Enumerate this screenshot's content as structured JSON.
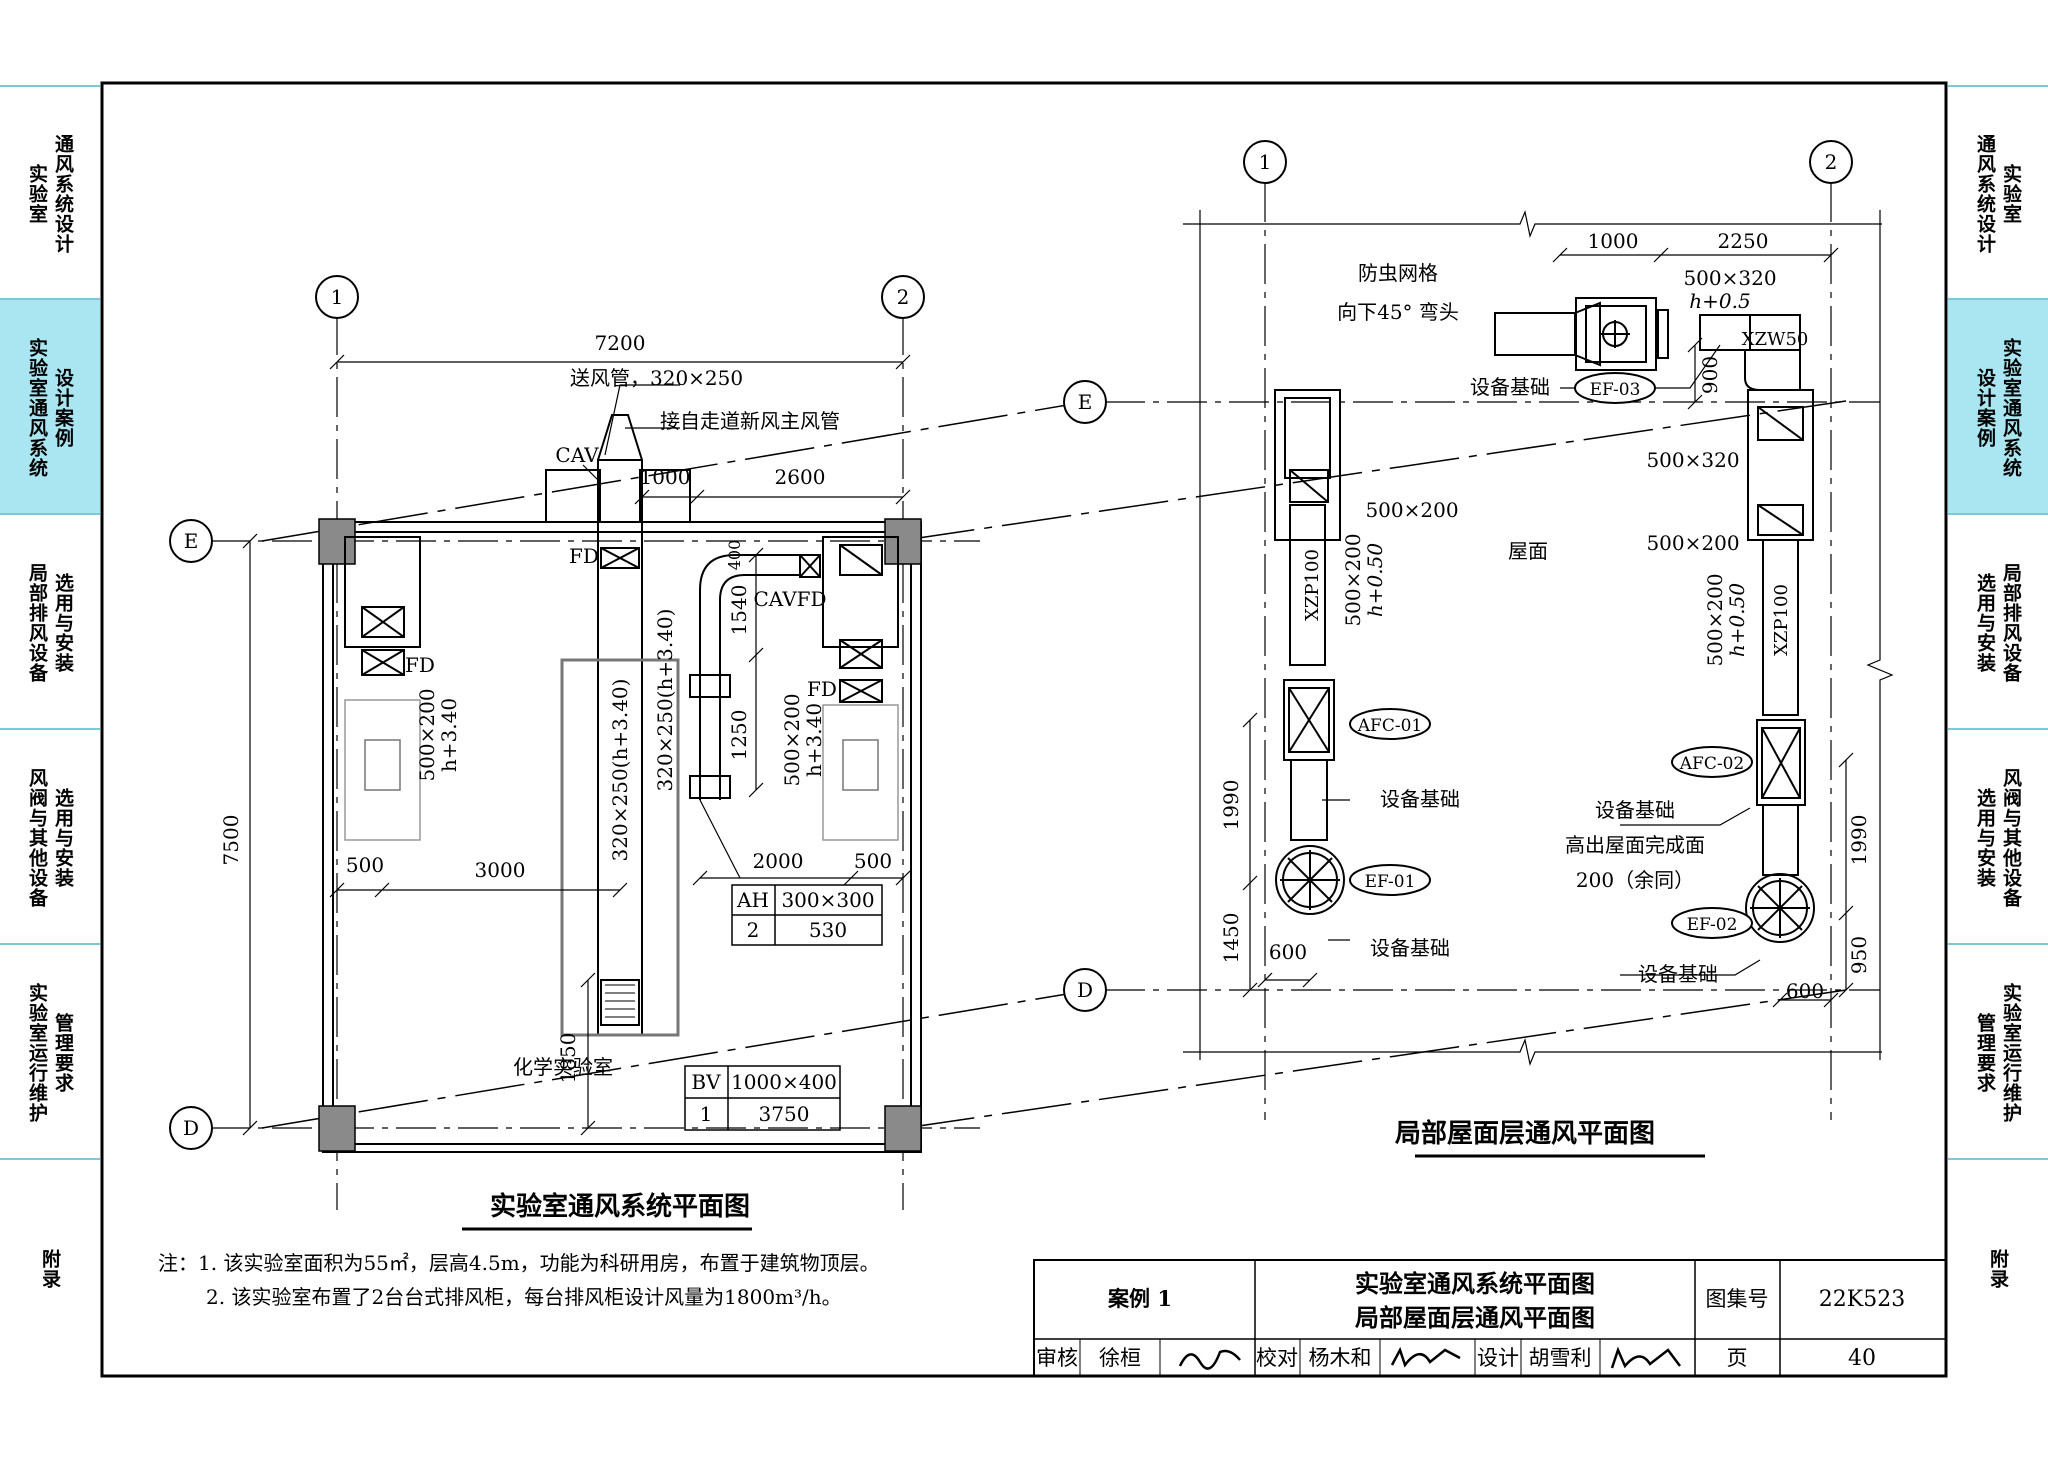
{
  "sidebar_left": [
    {
      "line1": "实验室",
      "line2": "通风系统设计"
    },
    {
      "line1": "实验室通风系统",
      "line2": "设计案例"
    },
    {
      "line1": "局部排风设备",
      "line2": "选用与安装"
    },
    {
      "line1": "风阀与其他设备",
      "line2": "选用与安装"
    },
    {
      "line1": "实验室运行维护",
      "line2": "管理要求"
    },
    {
      "line1": "附录",
      "line2": ""
    }
  ],
  "sidebar_right": [
    {
      "line1": "实验室",
      "line2": "通风系统设计"
    },
    {
      "line1": "实验室通风系统",
      "line2": "设计案例"
    },
    {
      "line1": "局部排风设备",
      "line2": "选用与安装"
    },
    {
      "line1": "风阀与其他设备",
      "line2": "选用与安装"
    },
    {
      "line1": "实验室运行维护",
      "line2": "管理要求"
    },
    {
      "line1": "附录",
      "line2": ""
    }
  ],
  "left_plan": {
    "title": "实验室通风系统平面图",
    "axes": {
      "col1": "1",
      "col2": "2",
      "rowE": "E",
      "rowD": "D"
    },
    "dims": {
      "total_w": "7200",
      "total_h": "7500",
      "d1000": "1000",
      "d2600": "2600",
      "d500a": "500",
      "d3000": "3000",
      "d2000": "2000",
      "d500b": "500",
      "d1540": "1540",
      "d1250": "1250",
      "d400": "400",
      "d1850": "1850"
    },
    "labels": {
      "supply_duct": "送风管，320×250",
      "supply_from": "接自走道新风主风管",
      "cav": "CAV",
      "fd_top": "FD",
      "fd_left": "FD",
      "fd_right": "FD",
      "cavfd": "CAVFD",
      "duct_left_a": "500×200",
      "duct_left_b": "h+3.40",
      "duct_right_a": "500×200",
      "duct_right_b": "h+3.40",
      "main_duct": "320×250(h+3.40)",
      "branch_duct": "320×250(h+3.40)",
      "room": "化学实验室"
    },
    "ah_table": {
      "c1": "AH",
      "c2": "300×300",
      "c3": "2",
      "c4": "530"
    },
    "bv_table": {
      "c1": "BV",
      "c2": "1000×400",
      "c3": "1",
      "c4": "3750"
    }
  },
  "right_plan": {
    "title": "局部屋面层通风平面图",
    "axes": {
      "col1": "1",
      "col2": "2",
      "rowE": "E",
      "rowD": "D"
    },
    "dims": {
      "d1000": "1000",
      "d2250": "2250",
      "d900": "900",
      "d1990a": "1990",
      "d1450": "1450",
      "d600a": "600",
      "d1990b": "1990",
      "d950": "950",
      "d600b": "600"
    },
    "labels": {
      "screen": "防虫网格",
      "elbow": "向下45° 弯头",
      "base_top": "设备基础",
      "ef03": "EF-03",
      "duct_top_a": "500×320",
      "duct_top_b": "h+0.5",
      "xzw50": "XZW50",
      "duct_320": "500×320",
      "duct_200_left": "500×200",
      "duct_200_right": "500×200",
      "roof": "屋面",
      "xzp_left": "XZP100",
      "xzp_right": "XZP100",
      "v_left_a": "500×200",
      "v_left_b": "h+0.50",
      "v_right_a": "500×200",
      "v_right_b": "h+0.50",
      "afc01": "AFC-01",
      "afc02": "AFC-02",
      "base_afc01": "设备基础",
      "base_note1": "设备基础",
      "base_note2": "高出屋面完成面",
      "base_note3": "200（余同）",
      "ef01": "EF-01",
      "ef02": "EF-02",
      "base_ef01": "设备基础",
      "base_ef02": "设备基础"
    }
  },
  "notes": {
    "line1": "注：1. 该实验室面积为55㎡，层高4.5m，功能为科研用房，布置于建筑物顶层。",
    "line2": "2. 该实验室布置了2台台式排风柜，每台排风柜设计风量为1800m³/h。"
  },
  "title_block": {
    "case": "案例 1",
    "title1": "实验室通风系统平面图",
    "title2": "局部屋面层通风平面图",
    "atlas_label": "图集号",
    "atlas_no": "22K523",
    "review_label": "审核",
    "reviewer": "徐桓",
    "check_label": "校对",
    "checker": "杨木和",
    "design_label": "设计",
    "designer": "胡雪利",
    "page_label": "页",
    "page_no": "40"
  },
  "colors": {
    "ink": "#000000",
    "sidebar_active": "#a9e6f2",
    "sidebar_line": "#7ac8d8",
    "column": "#8a8a8a"
  }
}
